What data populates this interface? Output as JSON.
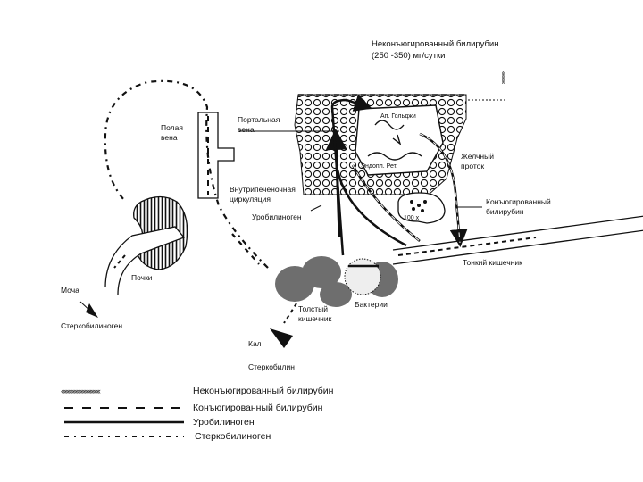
{
  "header": {
    "line1": "Неконъюгированный билирубин",
    "line2": "(250 -350) мг/сутки"
  },
  "labels": {
    "vena_cava_1": "Полая",
    "vena_cava_2": "вена",
    "portal_1": "Портальная",
    "portal_2": "вена",
    "golgi": "Ап. Гольджи",
    "er": "Эндопл. Рет.",
    "bile_duct_1": "Желчный",
    "bile_duct_2": "проток",
    "intrahepatic_1": "Внутрипеченочная",
    "intrahepatic_2": "циркуляция",
    "urobilinogen": "Уробилиноген",
    "conj_1": "Конъюгированный",
    "conj_2": "билирубин",
    "vesicle": "100 x",
    "small_intestine": "Тонкий кишечник",
    "bacteria": "Бактерии",
    "colon_1": "Толстый",
    "colon_2": "кишечник",
    "kidneys": "Почки",
    "urine": "Моча",
    "sterco_gen": "Стеркобилиноген",
    "feces": "Кал",
    "sterco_bilin": "Стеркобилин"
  },
  "legend": [
    {
      "style": "chevron",
      "label": "Неконъюгированный билирубин"
    },
    {
      "style": "dashed",
      "label": "Конъюгированный билирубин"
    },
    {
      "style": "solid",
      "label": "Уробилиноген"
    },
    {
      "style": "dashdot",
      "label": "Стеркобилиноген"
    }
  ],
  "colors": {
    "ink": "#111111",
    "colon_fill": "#6e6e6e",
    "background": "#ffffff"
  }
}
